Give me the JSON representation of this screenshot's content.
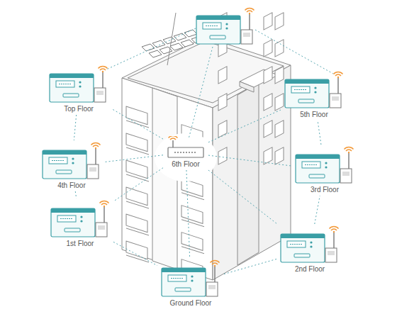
{
  "diagram": {
    "nodes": [
      {
        "text": [
          "Top Floor"
        ]
      },
      {
        "text": [
          "5th Floor"
        ]
      },
      {
        "text": [
          "6th Floor"
        ]
      },
      {
        "text": [
          "4th Floor"
        ]
      },
      {
        "text": [
          "3rd Floor"
        ]
      },
      {
        "text": [
          "1st Floor"
        ]
      },
      {
        "text": [
          "2nd Floor"
        ]
      },
      {
        "text": [
          "Ground Floor"
        ]
      }
    ],
    "edges": [
      {
        "from": 2,
        "to": 0,
        "arrow": "none"
      },
      {
        "from": 2,
        "to": 1,
        "arrow": "none"
      },
      {
        "from": 2,
        "to": 3,
        "arrow": "none"
      },
      {
        "from": 2,
        "to": 4,
        "arrow": "none"
      },
      {
        "from": 2,
        "to": 5,
        "arrow": "none"
      },
      {
        "from": 2,
        "to": 6,
        "arrow": "none"
      },
      {
        "from": 2,
        "to": 7,
        "arrow": "none"
      },
      {
        "from": 0,
        "to": 3,
        "arrow": "none"
      },
      {
        "from": 3,
        "to": 5,
        "arrow": "none"
      },
      {
        "from": 5,
        "to": 7,
        "arrow": "none"
      },
      {
        "from": 7,
        "to": 6,
        "arrow": "none"
      },
      {
        "from": 6,
        "to": 4,
        "arrow": "none"
      },
      {
        "from": 4,
        "to": 1,
        "arrow": "none"
      }
    ]
  }
}
